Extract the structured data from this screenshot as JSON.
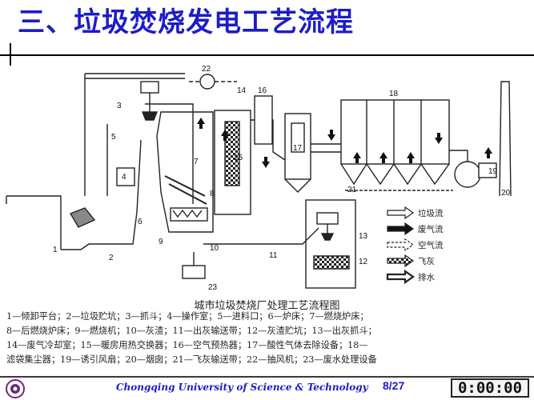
{
  "slide": {
    "title": "三、垃圾焚烧发电工艺流程"
  },
  "diagram": {
    "caption": "城市垃圾焚烧厂处理工艺流程图",
    "numbers": [
      "1",
      "2",
      "3",
      "4",
      "5",
      "6",
      "7",
      "8",
      "9",
      "10",
      "11",
      "12",
      "13",
      "14",
      "15",
      "16",
      "17",
      "18",
      "19",
      "20",
      "21",
      "22",
      "23"
    ],
    "legend": {
      "garbage_flow": "垃圾流",
      "flue_gas_flow": "废气流",
      "air_flow": "空气流",
      "fly_ash": "飞灰",
      "drainage": "排水"
    },
    "descriptions": [
      "1—倾卸平台；2—垃圾贮坑；3—抓斗；4—操作室；5—进料口；6—炉床；7—燃烧炉床；",
      "8—后燃烧炉床；9—燃烧机；10—灰渣；11—出灰输送带；12—灰渣贮坑；13—出灰抓斗；",
      "14—废气冷却室；15—暖房用热交换器；16—空气预热器；17—酸性气体去除设备；18—",
      "滤袋集尘器；19—诱引风扇；20—烟囱；21—飞灰输送带；22—抽风机；23—废水处理设备"
    ]
  },
  "footer": {
    "university": "Chongqing University of Science & Technology",
    "page": "8/27",
    "timer": "0:00:00"
  },
  "colors": {
    "title": "#1c1cc8",
    "footer_text": "#1c1cc8"
  }
}
